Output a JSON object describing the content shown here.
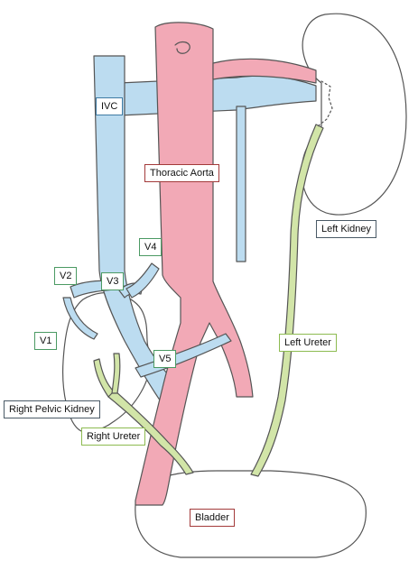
{
  "labels": {
    "ivc": "IVC",
    "thoracic_aorta": "Thoracic Aorta",
    "left_kidney": "Left Kidney",
    "v4": "V4",
    "v2": "V2",
    "v3": "V3",
    "v1": "V1",
    "left_ureter": "Left Ureter",
    "v5": "V5",
    "right_pelvic_kidney": "Right Pelvic Kidney",
    "right_ureter": "Right Ureter",
    "bladder": "Bladder"
  },
  "colors": {
    "vein": "#bcdcf0",
    "artery": "#f2a9b6",
    "ureter": "#d2e5a8",
    "outline": "#555555",
    "label_blue": "#3e7aa3",
    "label_red": "#a33a3a",
    "label_green": "#4b9a63",
    "label_gray": "#4a5a66",
    "label_lime": "#8dbb50"
  }
}
